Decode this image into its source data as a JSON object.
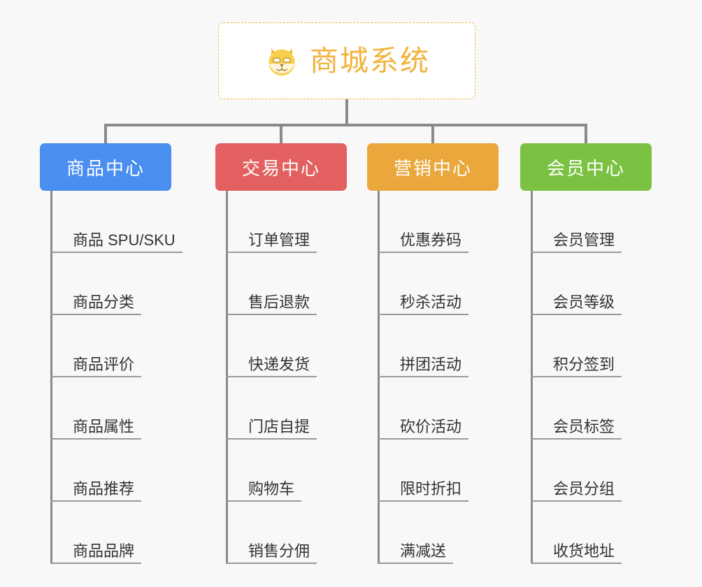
{
  "root": {
    "title": "商城系统",
    "icon": "dog-face-emoji",
    "border_color": "#f0b849",
    "text_color": "#f2b33d",
    "background": "#ffffff"
  },
  "canvas": {
    "background": "#f8f8f8",
    "connector_color": "#8a8a8a"
  },
  "columns": [
    {
      "header": "商品中心",
      "color": "#4a8ef0",
      "items": [
        "商品 SPU/SKU",
        "商品分类",
        "商品评价",
        "商品属性",
        "商品推荐",
        "商品品牌"
      ]
    },
    {
      "header": "交易中心",
      "color": "#e2605f",
      "items": [
        "订单管理",
        "售后退款",
        "快递发货",
        "门店自提",
        "购物车",
        "销售分佣"
      ]
    },
    {
      "header": "营销中心",
      "color": "#eaa73c",
      "items": [
        "优惠券码",
        "秒杀活动",
        "拼团活动",
        "砍价活动",
        "限时折扣",
        "满减送"
      ]
    },
    {
      "header": "会员中心",
      "color": "#7bc243",
      "items": [
        "会员管理",
        "会员等级",
        "积分签到",
        "会员标签",
        "会员分组",
        "收货地址"
      ]
    }
  ]
}
